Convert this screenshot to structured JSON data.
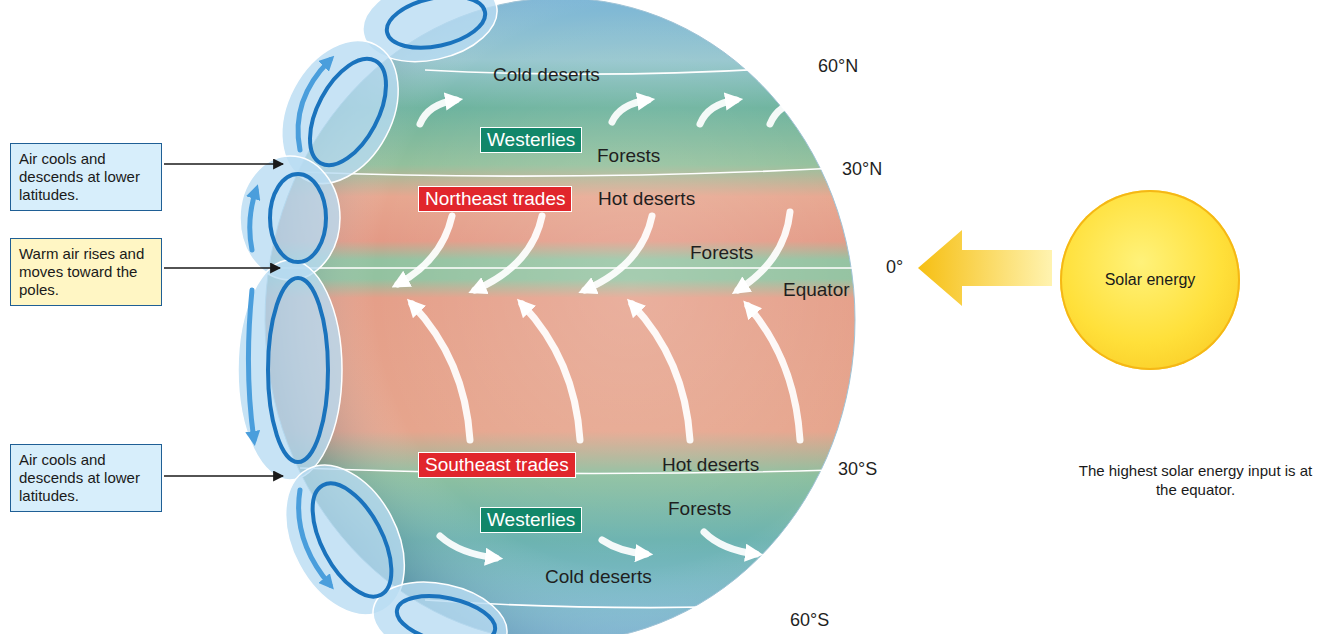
{
  "diagram": {
    "nodes": [
      {
        "text": [
          "Air cools and descends at lower latitudes."
        ]
      },
      {
        "text": [
          "Westerlies"
        ]
      },
      {
        "text": [
          "Northeast trades"
        ]
      },
      {
        "text": [
          "Warm air rises and moves toward the poles."
        ]
      },
      {
        "text": [
          "Solar energy"
        ]
      },
      {
        "text": [
          "Southeast trades"
        ]
      },
      {
        "text": [
          "Air cools and descends at lower latitudes."
        ]
      },
      {
        "text": [
          "Westerlies"
        ]
      }
    ],
    "labels": [
      "Cold deserts",
      "60°N",
      "Forests",
      "30°N",
      "Hot deserts",
      "Forests",
      "0°",
      "Equator",
      "Hot deserts",
      "30°S",
      "Forests",
      "Cold deserts",
      "60°S",
      "The highest solar energy input is at the equator."
    ]
  }
}
